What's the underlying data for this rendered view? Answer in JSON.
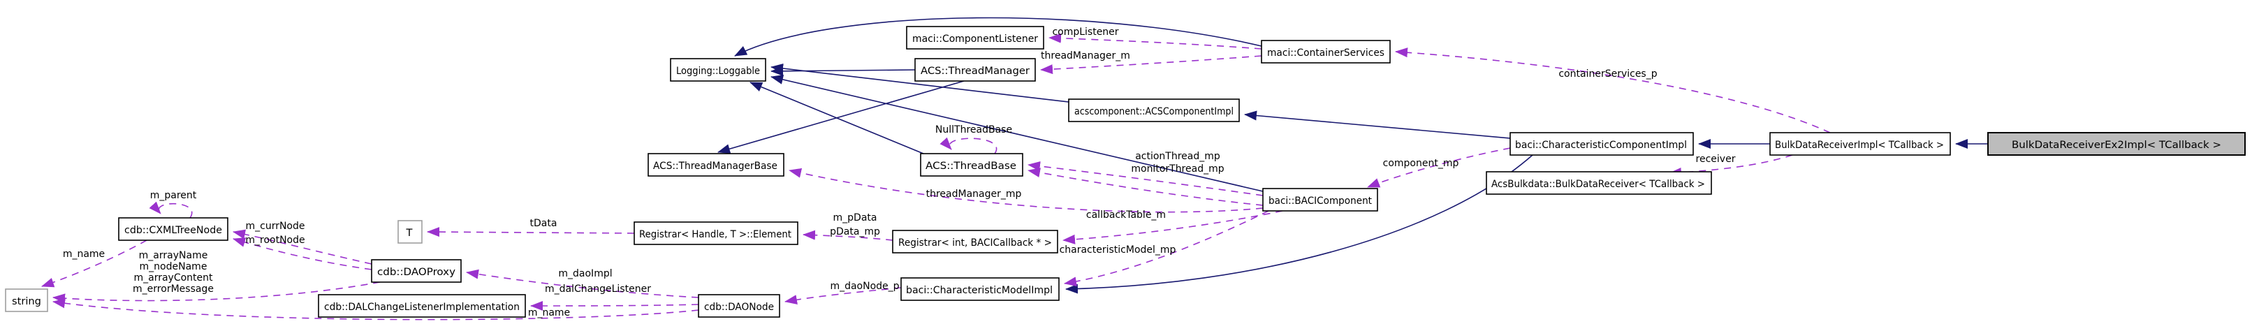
{
  "diagram": {
    "type": "doxygen_collaboration_graph",
    "focus_node": "BulkDataReceiverEx2Impl< TCallback >",
    "colors": {
      "background": "#ffffff",
      "node_fill": "#ffffff",
      "node_border": "#000000",
      "external_node_border": "#9e9e9e",
      "focus_node_fill": "#bcbcbc",
      "inheritance_edge": "#191970",
      "usage_edge": "#9a32cd",
      "text": "#000000"
    },
    "nodes": [
      {
        "label": "maci::ComponentListener"
      },
      {
        "label": "maci::ContainerServices"
      },
      {
        "label": "Logging::Loggable"
      },
      {
        "label": "ACS::ThreadManager"
      },
      {
        "label": "acscomponent::ACSComponentImpl"
      },
      {
        "label": "baci::CharacteristicComponentImpl"
      },
      {
        "label": "BulkDataReceiverImpl< TCallback >"
      },
      {
        "label": "BulkDataReceiverEx2Impl< TCallback >",
        "highlighted": true
      },
      {
        "label": "AcsBulkdata::BulkDataReceiver< TCallback >"
      },
      {
        "label": "ACS::ThreadManagerBase"
      },
      {
        "label": "ACS::ThreadBase"
      },
      {
        "label": "baci::BACIComponent"
      },
      {
        "label": "cdb::CXMLTreeNode"
      },
      {
        "label": "T",
        "external": true
      },
      {
        "label": "Registrar< Handle, T >::Element"
      },
      {
        "label": "Registrar< int, BACICallback * >"
      },
      {
        "label": "cdb::DAOProxy"
      },
      {
        "label": "cdb::DALChangeListenerImplementation"
      },
      {
        "label": "cdb::DAONode"
      },
      {
        "label": "baci::CharacteristicModelImpl"
      },
      {
        "label": "string",
        "external": true
      }
    ],
    "edges": [
      {
        "from": "maci::ContainerServices",
        "to": "maci::ComponentListener",
        "style": "usage",
        "label": "compListener"
      },
      {
        "from": "maci::ContainerServices",
        "to": "ACS::ThreadManager",
        "style": "usage",
        "label": "threadManager_m"
      },
      {
        "from": "BulkDataReceiverImpl< TCallback >",
        "to": "maci::ContainerServices",
        "style": "usage",
        "label": "containerServices_p"
      },
      {
        "from": "BulkDataReceiverImpl< TCallback >",
        "to": "AcsBulkdata::BulkDataReceiver< TCallback >",
        "style": "usage",
        "label": "receiver"
      },
      {
        "from": "baci::CharacteristicComponentImpl",
        "to": "baci::BACIComponent",
        "style": "usage",
        "label": "component_mp"
      },
      {
        "from": "baci::BACIComponent",
        "to": "ACS::ThreadBase",
        "style": "usage",
        "lines": [
          "actionThread_mp",
          "monitorThread_mp"
        ]
      },
      {
        "from": "baci::BACIComponent",
        "to": "ACS::ThreadManagerBase",
        "style": "usage",
        "label": "threadManager_mp"
      },
      {
        "from": "ACS::ThreadBase",
        "to": "ACS::ThreadBase",
        "style": "usage",
        "label": "NullThreadBase"
      },
      {
        "from": "baci::BACIComponent",
        "to": "Registrar< int, BACICallback * >",
        "style": "usage",
        "label": "callbackTable_m"
      },
      {
        "from": "baci::BACIComponent",
        "to": "baci::CharacteristicModelImpl",
        "style": "usage",
        "label": "characteristicModel_mp"
      },
      {
        "from": "Registrar< int, BACICallback * >",
        "to": "Registrar< Handle, T >::Element",
        "style": "usage",
        "lines": [
          "m_pData",
          "pData_mp"
        ]
      },
      {
        "from": "Registrar< Handle, T >::Element",
        "to": "T",
        "style": "usage",
        "label": "tData"
      },
      {
        "from": "cdb::CXMLTreeNode",
        "to": "cdb::CXMLTreeNode",
        "style": "usage",
        "label": "m_parent"
      },
      {
        "from": "cdb::DAOProxy",
        "to": "cdb::CXMLTreeNode",
        "style": "usage",
        "lines": [
          "m_currNode",
          "m_rootNode"
        ]
      },
      {
        "from": "cdb::CXMLTreeNode",
        "to": "string",
        "style": "usage",
        "label": "m_name"
      },
      {
        "from": "cdb::DAOProxy",
        "to": "string",
        "style": "usage",
        "lines": [
          "m_arrayName",
          "m_nodeName",
          "m_arrayContent",
          "m_errorMessage"
        ]
      },
      {
        "from": "cdb::DAONode",
        "to": "cdb::DAOProxy",
        "style": "usage",
        "label": "m_daoImpl"
      },
      {
        "from": "cdb::DAONode",
        "to": "cdb::DALChangeListenerImplementation",
        "style": "usage",
        "label": "m_dalChangeListener"
      },
      {
        "from": "cdb::DAONode",
        "to": "string",
        "style": "usage",
        "label": "m_name"
      },
      {
        "from": "baci::CharacteristicModelImpl",
        "to": "cdb::DAONode",
        "style": "usage",
        "label": "m_daoNode_p"
      },
      {
        "from": "BulkDataReceiverEx2Impl< TCallback >",
        "to": "BulkDataReceiverImpl< TCallback >",
        "style": "inheritance"
      },
      {
        "from": "BulkDataReceiverImpl< TCallback >",
        "to": "baci::CharacteristicComponentImpl",
        "style": "inheritance"
      },
      {
        "from": "baci::CharacteristicComponentImpl",
        "to": "acscomponent::ACSComponentImpl",
        "style": "inheritance"
      },
      {
        "from": "baci::CharacteristicComponentImpl",
        "to": "baci::CharacteristicModelImpl",
        "style": "inheritance"
      },
      {
        "from": "acscomponent::ACSComponentImpl",
        "to": "Logging::Loggable",
        "style": "inheritance"
      },
      {
        "from": "maci::ContainerServices",
        "to": "Logging::Loggable",
        "style": "inheritance"
      },
      {
        "from": "ACS::ThreadManager",
        "to": "Logging::Loggable",
        "style": "inheritance"
      },
      {
        "from": "baci::BACIComponent",
        "to": "Logging::Loggable",
        "style": "inheritance"
      },
      {
        "from": "ACS::ThreadBase",
        "to": "Logging::Loggable",
        "style": "inheritance"
      },
      {
        "from": "ACS::ThreadManager",
        "to": "ACS::ThreadManagerBase",
        "style": "inheritance"
      }
    ]
  }
}
